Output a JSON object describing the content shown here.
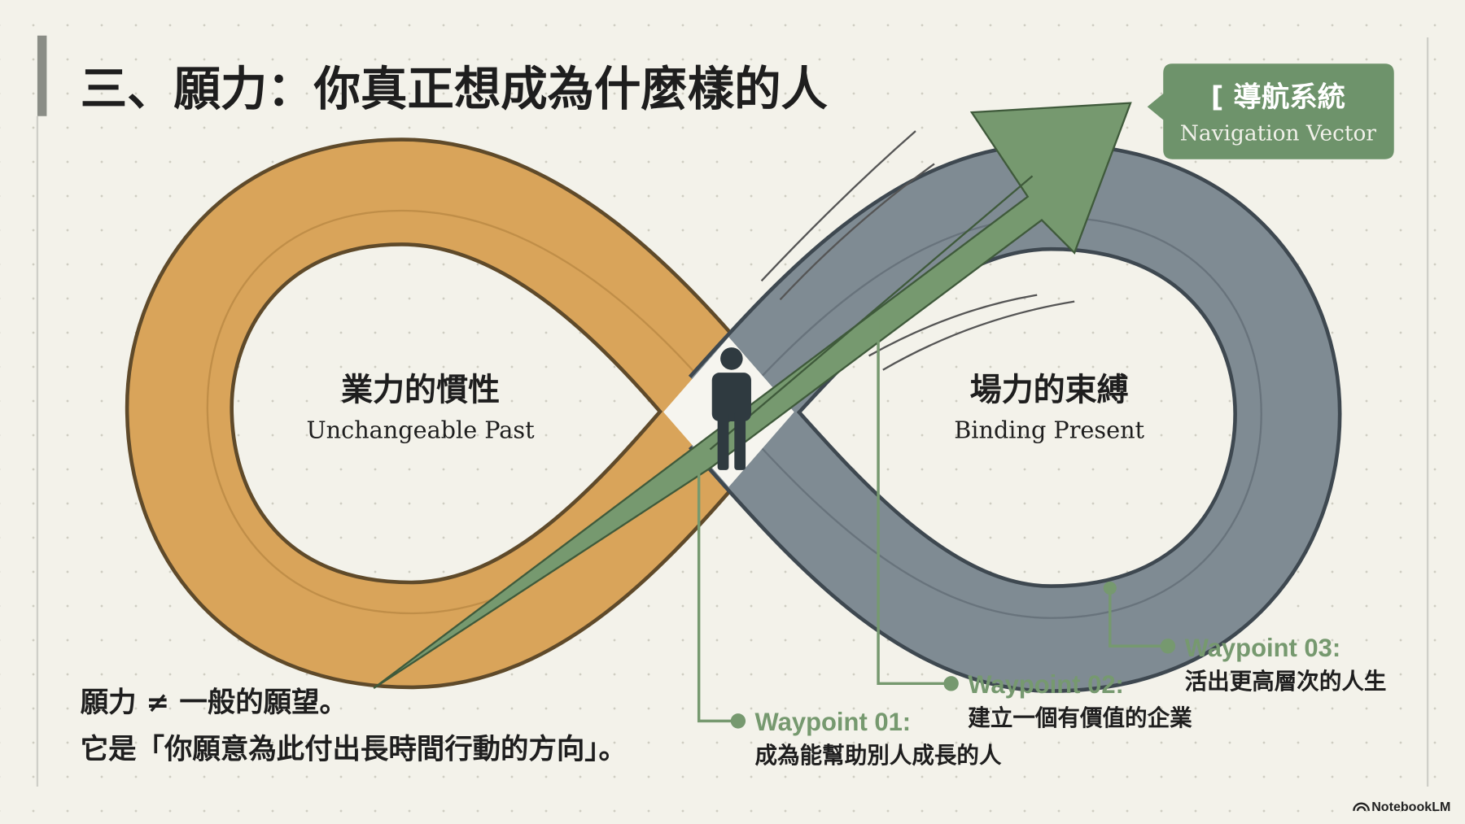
{
  "title": "三、願力：你真正想成為什麼樣的人",
  "nav_callout": {
    "title": "[ 導航系統",
    "subtitle": "Navigation Vector"
  },
  "left_loop": {
    "title": "業力的慣性",
    "subtitle": "Unchangeable Past"
  },
  "right_loop": {
    "title": "場力的束縛",
    "subtitle": "Binding Present"
  },
  "waypoints": [
    {
      "label": "Waypoint 01:",
      "text": "成為能幫助別人成長的人"
    },
    {
      "label": "Waypoint 02:",
      "text": "建立一個有價值的企業"
    },
    {
      "label": "Waypoint 03:",
      "text": "活出更高層次的人生"
    }
  ],
  "footer_text": {
    "line1": "願力 ≠ 一般的願望。",
    "line2": "它是「你願意為此付出長時間行動的方向」。"
  },
  "watermark": "NotebookLM",
  "colors": {
    "orange": "#d9a45a",
    "slate": "#7f8b93",
    "green": "#76996f",
    "text": "#1e1e1e"
  }
}
